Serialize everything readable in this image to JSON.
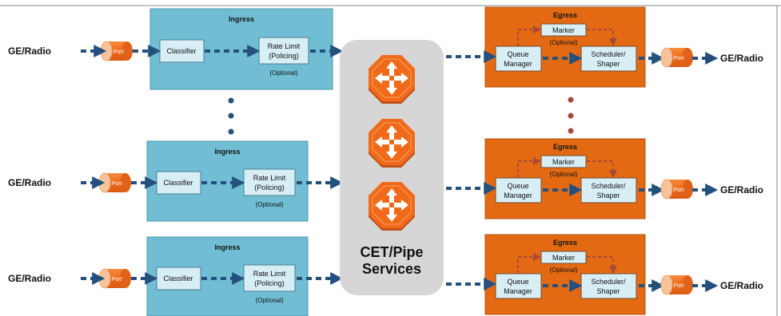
{
  "ingress_blocks": [
    {
      "title": "Ingress",
      "classifier": "Classifier",
      "rate_limit_line1": "Rate Limit",
      "rate_limit_line2": "(Policing)",
      "optional": "(Optional)"
    },
    {
      "title": "Ingress",
      "classifier": "Classifier",
      "rate_limit_line1": "Rate Limit",
      "rate_limit_line2": "(Policing)",
      "optional": "(Optional)"
    },
    {
      "title": "Ingress",
      "classifier": "Classifier",
      "rate_limit_line1": "Rate Limit",
      "rate_limit_line2": "(Policing)",
      "optional": "(Optional)"
    }
  ],
  "egress_blocks": [
    {
      "title": "Egress",
      "marker": "Marker",
      "optional": "(Optional)",
      "queue_line1": "Queue",
      "queue_line2": "Manager",
      "sched_line1": "Scheduler/",
      "sched_line2": "Shaper"
    },
    {
      "title": "Egress",
      "marker": "Marker",
      "optional": "(Optional)",
      "queue_line1": "Queue",
      "queue_line2": "Manager",
      "sched_line1": "Scheduler/",
      "sched_line2": "Shaper"
    },
    {
      "title": "Egress",
      "marker": "Marker",
      "optional": "(Optional)",
      "queue_line1": "Queue",
      "queue_line2": "Manager",
      "sched_line1": "Scheduler/",
      "sched_line2": "Shaper"
    }
  ],
  "inputs": [
    "GE/Radio",
    "GE/Radio",
    "GE/Radio"
  ],
  "outputs": [
    "GE/Radio",
    "GE/Radio",
    "GE/Radio"
  ],
  "port_label": "Port",
  "center": {
    "line1": "CET/Pipe",
    "line2": "Services"
  },
  "colors": {
    "ingress_fill": "#71bed4",
    "ingress_box": "#d7eef5",
    "egress_fill": "#e36a12",
    "egress_box": "#d7eef5",
    "port_orange": "#f07020",
    "port_peach": "#f6c39a",
    "arrow_blue": "#24507e",
    "arrow_red": "#a8473a",
    "center_fill": "#d6d6d6",
    "router_orange": "#f06a1a"
  },
  "icons": [
    "port-icon",
    "router-icon"
  ]
}
